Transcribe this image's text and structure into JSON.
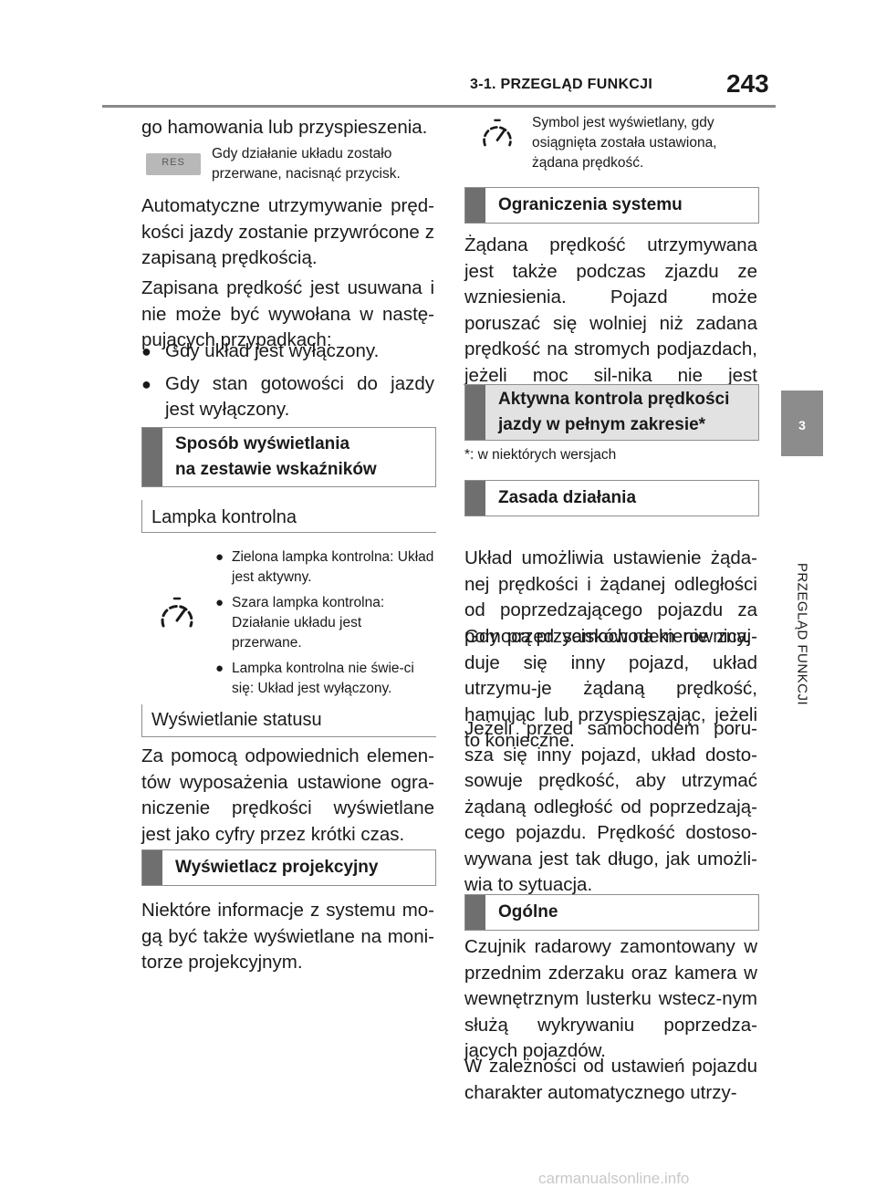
{
  "header": {
    "section": "3-1. PRZEGLĄD FUNKCJI",
    "page_number": "243"
  },
  "side_tab": {
    "number": "3",
    "title": "PRZEGLĄD FUNKCJI"
  },
  "left": {
    "intro": "go hamowania lub przyspieszenia.",
    "res_button": {
      "label": "RES",
      "text_1": "Gdy działanie układu zostało",
      "text_2": "przerwane, nacisnąć przycisk."
    },
    "para1": "Automatyczne utrzymywanie pręd-kości jazdy zostanie przywrócone z zapisaną prędkością.",
    "para2": "Zapisana prędkość jest usuwana i nie może być wywołana w nastę-pujących przypadkach:",
    "bullets": [
      "Gdy układ jest wyłączony.",
      "Gdy stan gotowości do jazdy jest wyłączony."
    ],
    "section1": {
      "line1": "Sposób wyświetlania",
      "line2": "na zestawie wskaźników"
    },
    "sub1": "Lampka kontrolna",
    "lamp_items": [
      "Zielona lampka kontrolna: Układ jest aktywny.",
      "Szara lampka kontrolna: Działanie układu jest przerwane.",
      "Lampka kontrolna nie świe-ci się: Układ jest wyłączony."
    ],
    "sub2": "Wyświetlanie statusu",
    "para3": "Za pomocą odpowiednich elemen-tów wyposażenia ustawione ogra-niczenie prędkości wyświetlane jest jako cyfry przez krótki czas.",
    "section2": "Wyświetlacz projekcyjny",
    "para4": "Niektóre informacje z systemu mo-gą być także wyświetlane na moni-torze projekcyjnym."
  },
  "right": {
    "symbol_text": "Symbol jest wyświetlany, gdy osiągnięta została ustawiona, żądana prędkość.",
    "section3": "Ograniczenia systemu",
    "para5": "Żądana prędkość utrzymywana jest także podczas zjazdu ze wzniesienia. Pojazd może poruszać się wolniej niż zadana prędkość na stromych podjazdach, jeżeli moc sil-nika nie jest wystarczająca.",
    "section4": {
      "line1": "Aktywna kontrola prędkości",
      "line2": "jazdy w pełnym zakresie*"
    },
    "footnote": "*: w niektórych wersjach",
    "section5": "Zasada działania",
    "para6": "Układ umożliwia ustawienie żąda-nej prędkości i żądanej odległości od poprzedzającego pojazdu za pomocą przycisków na kierownicy.",
    "para7": "Gdy przed samochodem nie znaj-duje się inny pojazd, układ utrzymu-je żądaną prędkość, hamując lub przyspieszając, jeżeli to konieczne.",
    "para8": "Jeżeli przed samochodem poru-sza się inny pojazd, układ dosto-sowuje prędkość, aby utrzymać żądaną odległość od poprzedzają-cego pojazdu. Prędkość dostoso-wywana jest tak długo, jak umożli-wia to sytuacja.",
    "section6": "Ogólne",
    "para9": "Czujnik radarowy zamontowany w przednim zderzaku oraz kamera w wewnętrznym lusterku wstecz-nym służą wykrywaniu poprzedza-jących pojazdów.",
    "para10": "W zależności od ustawień pojazdu charakter automatycznego utrzy-"
  },
  "watermark": "carmanualsonline.info",
  "icons": [
    "speedometer-icon",
    "bullet-dot-icon"
  ]
}
